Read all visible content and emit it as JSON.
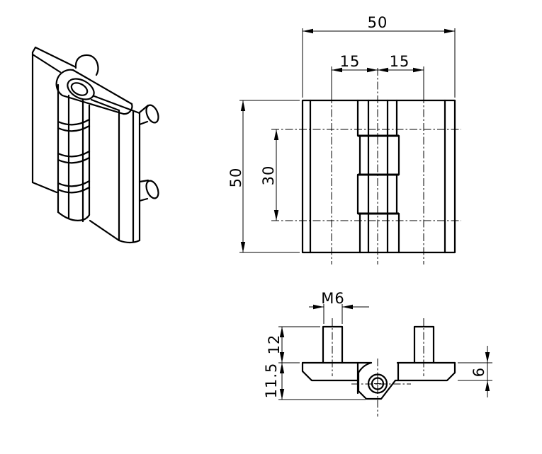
{
  "drawing": {
    "type": "technical-drawing",
    "subject": "hinge with weld-on studs",
    "colors": {
      "line": "#000000",
      "background": "#ffffff"
    }
  },
  "dimensions": {
    "front": {
      "total_width": "50",
      "pitch_left": "15",
      "pitch_right": "15",
      "total_height": "50",
      "stud_spacing_vertical": "30"
    },
    "bottom": {
      "thread": "M6",
      "stud_length": "12",
      "overall_depth": "11.5",
      "leaf_thickness": "6"
    }
  }
}
